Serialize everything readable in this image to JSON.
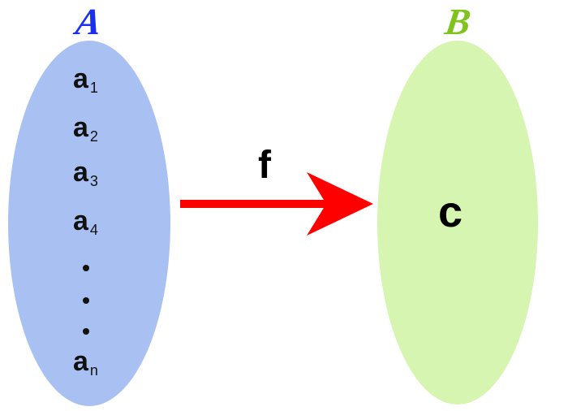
{
  "sets": {
    "domain": {
      "name": "A",
      "color": "#a9c1f2",
      "title_color": "#1a2ff0",
      "elements": [
        {
          "base": "a",
          "sub": "1"
        },
        {
          "base": "a",
          "sub": "2"
        },
        {
          "base": "a",
          "sub": "3"
        },
        {
          "base": "a",
          "sub": "4"
        }
      ],
      "ellipsis": "vertical-dots",
      "last_element": {
        "base": "a",
        "sub": "n"
      }
    },
    "codomain": {
      "name": "B",
      "color": "#d6f5b0",
      "title_color": "#7fc41c",
      "element": "c"
    }
  },
  "mapping": {
    "label": "f",
    "color": "#ff0000"
  }
}
